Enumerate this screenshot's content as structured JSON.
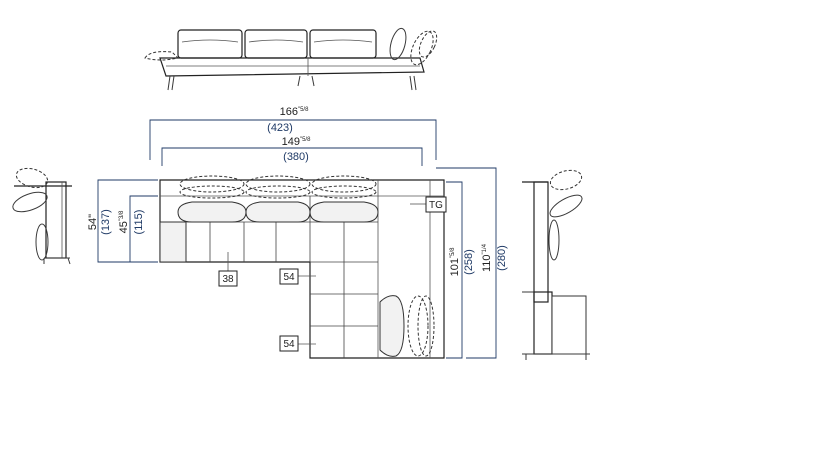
{
  "dimensions": {
    "overall_width_in": "166",
    "overall_width_in_frac": "\"5/8",
    "overall_width_cm": "(423)",
    "inner_width_in": "149",
    "inner_width_in_frac": "\"5/8",
    "inner_width_cm": "(380)",
    "depth_in": "54\"",
    "depth_cm": "(137)",
    "seat_depth_in": "45",
    "seat_depth_in_frac": "\"3/8",
    "seat_depth_cm": "(115)",
    "right_inner_in": "101",
    "right_inner_in_frac": "\"5/8",
    "right_inner_cm": "(258)",
    "right_outer_in": "110",
    "right_outer_in_frac": "\"1/4",
    "right_outer_cm": "(280)"
  },
  "labels": {
    "tg": "TG",
    "module_38": "38",
    "module_54_a": "54",
    "module_54_b": "54"
  },
  "colors": {
    "line": "#3a3a3a",
    "dimension": "#1f3a66"
  }
}
